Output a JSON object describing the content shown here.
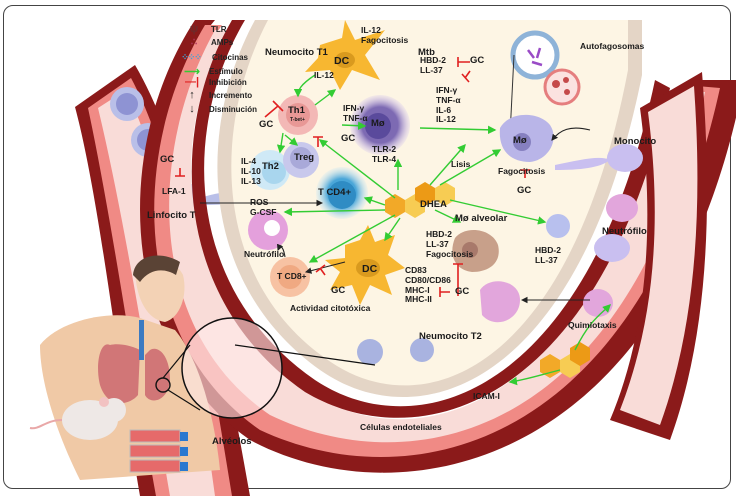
{
  "legend": {
    "items": [
      {
        "icon": "receptor-icon",
        "label": "TLR"
      },
      {
        "icon": "dots-icon",
        "label": "AMPs"
      },
      {
        "icon": "cytokine-cloud-icon",
        "label": "Citocinas"
      },
      {
        "icon": "green-arrow-icon",
        "label": "Estímulo"
      },
      {
        "icon": "red-inhibit-icon",
        "label": "Inhibición"
      },
      {
        "icon": "up-arrow-icon",
        "label": "Incremento"
      },
      {
        "icon": "down-arrow-icon",
        "label": "Disminución"
      }
    ]
  },
  "colors": {
    "stimulus": "#33cc33",
    "inhibition": "#e02020",
    "vessel_dark": "#8b1a1a",
    "vessel_light": "#f6d6d3",
    "alveolus_bg": "#fdf5e4",
    "dhea": "#f2a928"
  },
  "labels": {
    "neumocito_t1": "Neumocito T1",
    "neumocito_t2": "Neumocito T2",
    "mtb": "Mtb",
    "dc_top": "DC",
    "dc_top_up": [
      "IL-12",
      "Fagocitosis"
    ],
    "il12": "IL-12",
    "th1": "Th1",
    "th1_sub": "T-bet+",
    "th1_gc": "GC",
    "th1_cytokines": [
      "IFN-γ",
      "TNF-α"
    ],
    "th1_cytokines_gc": "GC",
    "th2": "Th2",
    "th2_cytokines": [
      "IL-4",
      "IL-10",
      "IL-13"
    ],
    "treg": "Treg",
    "tcd4": "T CD4+",
    "mo_center": "Mø",
    "mo_center_tlr": [
      "TLR-2",
      "TLR-4"
    ],
    "mo_center_hbd": [
      "HBD-2",
      "LL-37"
    ],
    "mo_center_gc": "GC",
    "mo_center_cytokines": [
      "IFN-γ",
      "TNF-α",
      "IL-6",
      "IL-12"
    ],
    "mo_right": "Mø",
    "lisis": "Lisis",
    "fagocitosis": "Fagocitosis",
    "fagocitosis_gc": "GC",
    "autofagosomas": "Autofagosomas",
    "dhea": "DHEA",
    "ros": [
      "ROS",
      "G-CSF"
    ],
    "neutrofilo_inner": "Neutrófilo",
    "tcd8": "T CD8+",
    "actividad": "Actividad citotóxica",
    "dc_bottom": "DC",
    "dc_bottom_gc": "GC",
    "dc_bottom_markers": [
      "CD83",
      "CD80/CD86",
      "MHC-I",
      "MHC-II"
    ],
    "dc_markers_gc": "GC",
    "mo_alveolar": "Mø alveolar",
    "mo_alveolar_up": [
      "HBD-2",
      "LL-37",
      "Fagocitosis"
    ],
    "epi_hbd": [
      "HBD-2",
      "LL-37"
    ],
    "monocito": "Monocito",
    "neutrofilo_vessel": "Neutrófilo",
    "quimiotaxis": "Quimiotaxis",
    "icam": "ICAM-I",
    "endoteliales": "Células endoteliales",
    "lfa1_gc": "GC",
    "lfa1": "LFA-1",
    "linfocito": "Linfocito T",
    "alveolos": "Alvéolos"
  }
}
